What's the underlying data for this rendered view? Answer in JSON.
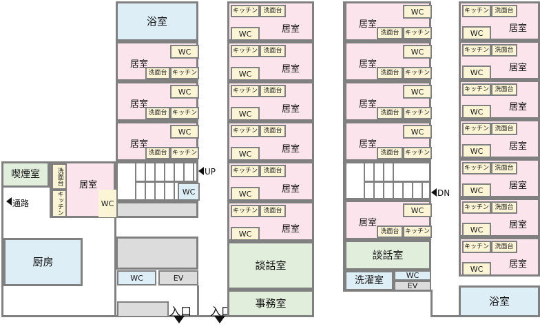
{
  "plan": {
    "title": "floor-plan",
    "colors": {
      "room": "#fbe4ec",
      "bath": "#ddeef7",
      "green": "#e2eedc",
      "cream": "#fbf4d5",
      "gray": "#dcdcdc",
      "wall": "#808080"
    },
    "labels": {
      "kyoshitsu": "居室",
      "yokushitsu": "浴室",
      "wc": "WC",
      "kitchen": "キッチン",
      "senmendai": "洗面台",
      "kitsuenshitsu": "喫煙室",
      "tsuuro": "通路",
      "chubo": "厨房",
      "ev": "EV",
      "danwashitsu": "談話室",
      "jimushitsu": "事務室",
      "sentakushitsu": "洗濯室",
      "iriguchi": "入口",
      "up": "UP",
      "dn": "DN"
    }
  },
  "left_floor": {
    "top_left_column": [
      {
        "type": "bath",
        "name": "浴室"
      },
      {
        "type": "unit",
        "name": "居室",
        "wc": "WC",
        "sink": "洗面台",
        "kitchen": "キッチン"
      },
      {
        "type": "unit",
        "name": "居室",
        "wc": "WC",
        "sink": "洗面台",
        "kitchen": "キッチン"
      },
      {
        "type": "unit",
        "name": "居室",
        "wc": "WC",
        "sink": "洗面台",
        "kitchen": "キッチン"
      }
    ],
    "right_column": [
      {
        "type": "unit",
        "name": "居室",
        "wc": "WC",
        "sink": "洗面台",
        "kitchen": "キッチン"
      },
      {
        "type": "unit",
        "name": "居室",
        "wc": "WC",
        "sink": "洗面台",
        "kitchen": "キッチン"
      },
      {
        "type": "unit",
        "name": "居室",
        "wc": "WC",
        "sink": "洗面台",
        "kitchen": "キッチン"
      },
      {
        "type": "unit",
        "name": "居室",
        "wc": "WC",
        "sink": "洗面台",
        "kitchen": "キッチン"
      },
      {
        "type": "unit",
        "name": "居室",
        "wc": "WC",
        "sink": "洗面台",
        "kitchen": "キッチン"
      },
      {
        "type": "unit",
        "name": "居室",
        "wc": "WC",
        "sink": "洗面台",
        "kitchen": "キッチン"
      },
      {
        "type": "room",
        "name": "談話室"
      },
      {
        "type": "room",
        "name": "事務室"
      }
    ],
    "stair": {
      "direction": "UP",
      "wc": "WC"
    },
    "west_wing": {
      "smoking_room": "喫煙室",
      "passage": "通路",
      "unit": {
        "name": "居室",
        "wc": "WC",
        "sink": "洗面台",
        "kitchen": "キッチン"
      },
      "chubo": "厨房"
    },
    "service": {
      "wc": "WC",
      "ev": "EV"
    },
    "entrances": [
      "入口",
      "入口"
    ]
  },
  "right_floor": {
    "left_column": [
      {
        "type": "unit",
        "name": "居室",
        "wc": "WC",
        "sink": "洗面台",
        "kitchen": "キッチン"
      },
      {
        "type": "unit",
        "name": "居室",
        "wc": "WC",
        "sink": "洗面台",
        "kitchen": "キッチン"
      },
      {
        "type": "unit",
        "name": "居室",
        "wc": "WC",
        "sink": "洗面台",
        "kitchen": "キッチン"
      },
      {
        "type": "unit",
        "name": "居室",
        "wc": "WC",
        "sink": "洗面台",
        "kitchen": "キッチン"
      },
      {
        "type": "stair",
        "direction": "DN"
      },
      {
        "type": "unit",
        "name": "居室",
        "wc": "WC",
        "sink": "洗面台",
        "kitchen": "キッチン"
      },
      {
        "type": "room",
        "name": "談話室"
      }
    ],
    "right_column": [
      {
        "type": "unit",
        "name": "居室",
        "wc": "WC",
        "sink": "洗面台",
        "kitchen": "キッチン"
      },
      {
        "type": "unit",
        "name": "居室",
        "wc": "WC",
        "sink": "洗面台",
        "kitchen": "キッチン"
      },
      {
        "type": "unit",
        "name": "居室",
        "wc": "WC",
        "sink": "洗面台",
        "kitchen": "キッチン"
      },
      {
        "type": "unit",
        "name": "居室",
        "wc": "WC",
        "sink": "洗面台",
        "kitchen": "キッチン"
      },
      {
        "type": "unit",
        "name": "居室",
        "wc": "WC",
        "sink": "洗面台",
        "kitchen": "キッチン"
      },
      {
        "type": "unit",
        "name": "居室",
        "wc": "WC",
        "sink": "洗面台",
        "kitchen": "キッチン"
      },
      {
        "type": "unit",
        "name": "居室",
        "wc": "WC",
        "sink": "洗面台",
        "kitchen": "キッチン"
      },
      {
        "type": "bath",
        "name": "浴室"
      }
    ],
    "service": {
      "laundry": "洗濯室",
      "wc": "WC",
      "ev": "EV"
    }
  }
}
